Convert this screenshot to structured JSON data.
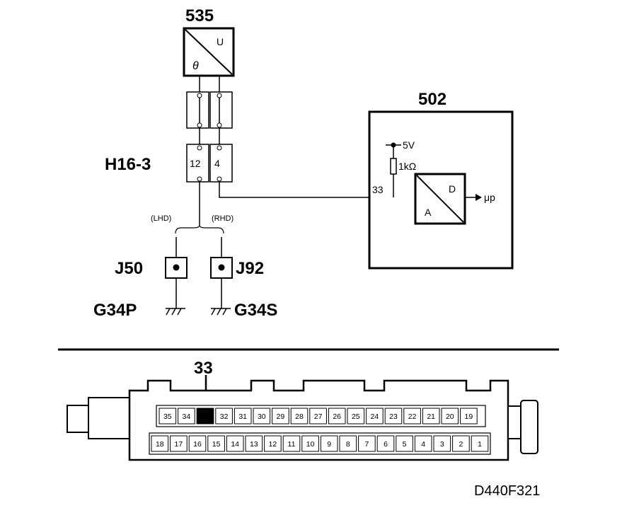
{
  "components": {
    "sensor": {
      "id": "535",
      "symbol_top": "U",
      "symbol_bottom": "θ"
    },
    "connector": {
      "id": "H16-3",
      "pin_a": "12",
      "pin_b": "4"
    },
    "control_unit": {
      "id": "502",
      "pin": "33",
      "supply": "5V",
      "resistor": "1kΩ",
      "converter_top": "D",
      "converter_bottom": "A",
      "output": "μp"
    },
    "variant_left": "(LHD)",
    "variant_right": "(RHD)",
    "junction_left": "J50",
    "junction_right": "J92",
    "ground_left": "G34P",
    "ground_right": "G34S"
  },
  "plug": {
    "highlight_label": "33",
    "top_row": [
      "35",
      "34",
      "33",
      "32",
      "31",
      "30",
      "29",
      "28",
      "27",
      "26",
      "25",
      "24",
      "23",
      "22",
      "21",
      "20",
      "19"
    ],
    "bottom_row": [
      "18",
      "17",
      "16",
      "15",
      "14",
      "13",
      "12",
      "11",
      "10",
      "9",
      "8",
      "7",
      "6",
      "5",
      "4",
      "3",
      "2",
      "1"
    ],
    "highlighted_pin": "33"
  },
  "figure_code": "D440F321"
}
